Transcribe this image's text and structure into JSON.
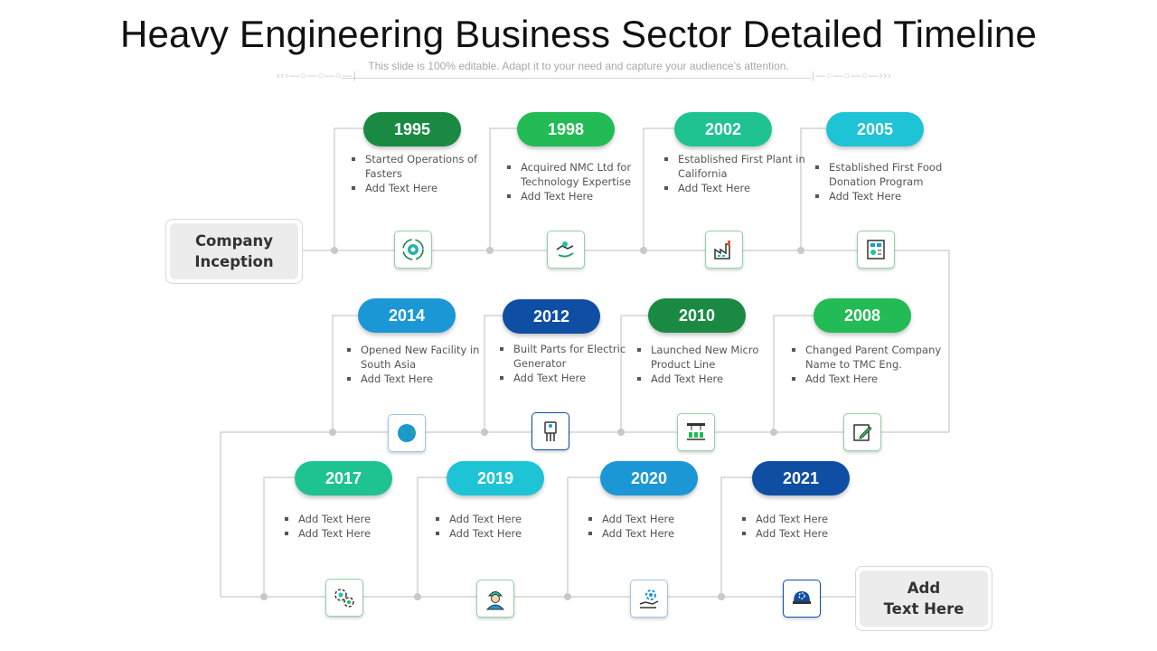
{
  "header": {
    "title": "Heavy Engineering Business Sector Detailed Timeline",
    "subtitle": "This slide is 100% editable. Adapt it to your need and capture your audience’s attention."
  },
  "start_box": {
    "line1": "Company",
    "line2": "Inception"
  },
  "end_box": {
    "line1": "Add",
    "line2": "Text Here"
  },
  "milestones": [
    {
      "year": "1995",
      "color": "#1a8a43",
      "items": [
        "Started Operations of Fasters",
        "Add Text Here"
      ],
      "icon": "gear-cycle-icon"
    },
    {
      "year": "1998",
      "color": "#22bb55",
      "items": [
        "Acquired NMC Ltd for Technology Expertise",
        "Add Text Here"
      ],
      "icon": "handshake-icon"
    },
    {
      "year": "2002",
      "color": "#1fc392",
      "items": [
        "Established First Plant in California",
        "Add Text Here"
      ],
      "icon": "factory-icon"
    },
    {
      "year": "2005",
      "color": "#1ec4d6",
      "items": [
        "Established First Food Donation Program",
        "Add Text Here"
      ],
      "icon": "control-panel-icon"
    },
    {
      "year": "2014",
      "color": "#1c97d6",
      "items": [
        "Opened New Facility in South Asia",
        "Add Text Here"
      ],
      "icon": "globe-icon"
    },
    {
      "year": "2012",
      "color": "#0e4ea3",
      "items": [
        "Built Parts for Electric Generator",
        "Add Text Here"
      ],
      "icon": "transistor-icon"
    },
    {
      "year": "2010",
      "color": "#1a8a43",
      "items": [
        "Launched New Micro Product Line",
        "Add Text Here"
      ],
      "icon": "conveyor-icon"
    },
    {
      "year": "2008",
      "color": "#22bb55",
      "items": [
        "Changed Parent Company Name to TMC Eng.",
        "Add Text Here"
      ],
      "icon": "edit-icon"
    },
    {
      "year": "2017",
      "color": "#1fc392",
      "items": [
        "Add Text Here",
        "Add Text Here"
      ],
      "icon": "gears-icon"
    },
    {
      "year": "2019",
      "color": "#1ec4d6",
      "items": [
        "Add Text Here",
        "Add Text Here"
      ],
      "icon": "engineer-icon"
    },
    {
      "year": "2020",
      "color": "#1c97d6",
      "items": [
        "Add Text Here",
        "Add Text Here"
      ],
      "icon": "hand-gear-icon"
    },
    {
      "year": "2021",
      "color": "#0e4ea3",
      "items": [
        "Add Text Here",
        "Add Text Here"
      ],
      "icon": "helmet-icon"
    }
  ]
}
